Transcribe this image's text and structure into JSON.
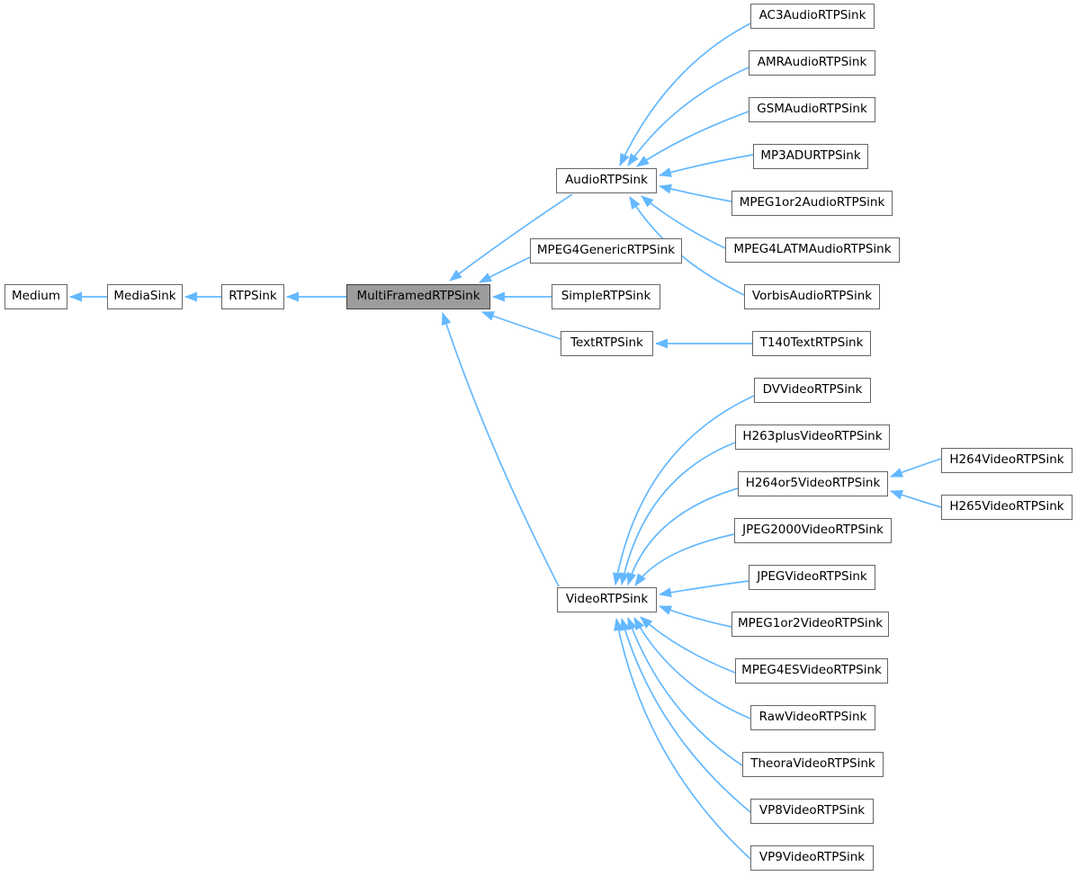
{
  "diagram": {
    "type": "inheritance-graph",
    "colors": {
      "background": "#ffffff",
      "edge": "#63B8FF",
      "node_fill": "#ffffff",
      "node_border": "#666666",
      "highlight_fill": "#9c9c9c",
      "highlight_border": "#404040",
      "text": "#000000"
    },
    "nodes": [
      {
        "id": "medium",
        "label": "Medium",
        "highlighted": false
      },
      {
        "id": "mediasink",
        "label": "MediaSink",
        "highlighted": false
      },
      {
        "id": "rtpsink",
        "label": "RTPSink",
        "highlighted": false
      },
      {
        "id": "multiframed",
        "label": "MultiFramedRTPSink",
        "highlighted": true
      },
      {
        "id": "audio",
        "label": "AudioRTPSink",
        "highlighted": false
      },
      {
        "id": "mpeg4generic",
        "label": "MPEG4GenericRTPSink",
        "highlighted": false
      },
      {
        "id": "simple",
        "label": "SimpleRTPSink",
        "highlighted": false
      },
      {
        "id": "text",
        "label": "TextRTPSink",
        "highlighted": false
      },
      {
        "id": "video",
        "label": "VideoRTPSink",
        "highlighted": false
      },
      {
        "id": "ac3",
        "label": "AC3AudioRTPSink",
        "highlighted": false
      },
      {
        "id": "amr",
        "label": "AMRAudioRTPSink",
        "highlighted": false
      },
      {
        "id": "gsm",
        "label": "GSMAudioRTPSink",
        "highlighted": false
      },
      {
        "id": "mp3adu",
        "label": "MP3ADURTPSink",
        "highlighted": false
      },
      {
        "id": "mpeg1or2audio",
        "label": "MPEG1or2AudioRTPSink",
        "highlighted": false
      },
      {
        "id": "mpeg4latm",
        "label": "MPEG4LATMAudioRTPSink",
        "highlighted": false
      },
      {
        "id": "vorbis",
        "label": "VorbisAudioRTPSink",
        "highlighted": false
      },
      {
        "id": "t140",
        "label": "T140TextRTPSink",
        "highlighted": false
      },
      {
        "id": "dv",
        "label": "DVVideoRTPSink",
        "highlighted": false
      },
      {
        "id": "h263plus",
        "label": "H263plusVideoRTPSink",
        "highlighted": false
      },
      {
        "id": "h264or5",
        "label": "H264or5VideoRTPSink",
        "highlighted": false
      },
      {
        "id": "jpeg2000",
        "label": "JPEG2000VideoRTPSink",
        "highlighted": false
      },
      {
        "id": "jpegvideo",
        "label": "JPEGVideoRTPSink",
        "highlighted": false
      },
      {
        "id": "mpeg1or2video",
        "label": "MPEG1or2VideoRTPSink",
        "highlighted": false
      },
      {
        "id": "mpeg4es",
        "label": "MPEG4ESVideoRTPSink",
        "highlighted": false
      },
      {
        "id": "raw",
        "label": "RawVideoRTPSink",
        "highlighted": false
      },
      {
        "id": "theora",
        "label": "TheoraVideoRTPSink",
        "highlighted": false
      },
      {
        "id": "vp8",
        "label": "VP8VideoRTPSink",
        "highlighted": false
      },
      {
        "id": "vp9",
        "label": "VP9VideoRTPSink",
        "highlighted": false
      },
      {
        "id": "h264",
        "label": "H264VideoRTPSink",
        "highlighted": false
      },
      {
        "id": "h265",
        "label": "H265VideoRTPSink",
        "highlighted": false
      }
    ],
    "edges": [
      {
        "derived": "mediasink",
        "base": "medium"
      },
      {
        "derived": "rtpsink",
        "base": "mediasink"
      },
      {
        "derived": "multiframed",
        "base": "rtpsink"
      },
      {
        "derived": "audio",
        "base": "multiframed"
      },
      {
        "derived": "mpeg4generic",
        "base": "multiframed"
      },
      {
        "derived": "simple",
        "base": "multiframed"
      },
      {
        "derived": "text",
        "base": "multiframed"
      },
      {
        "derived": "video",
        "base": "multiframed"
      },
      {
        "derived": "ac3",
        "base": "audio"
      },
      {
        "derived": "amr",
        "base": "audio"
      },
      {
        "derived": "gsm",
        "base": "audio"
      },
      {
        "derived": "mp3adu",
        "base": "audio"
      },
      {
        "derived": "mpeg1or2audio",
        "base": "audio"
      },
      {
        "derived": "mpeg4latm",
        "base": "audio"
      },
      {
        "derived": "vorbis",
        "base": "audio"
      },
      {
        "derived": "t140",
        "base": "text"
      },
      {
        "derived": "dv",
        "base": "video"
      },
      {
        "derived": "h263plus",
        "base": "video"
      },
      {
        "derived": "h264or5",
        "base": "video"
      },
      {
        "derived": "jpeg2000",
        "base": "video"
      },
      {
        "derived": "jpegvideo",
        "base": "video"
      },
      {
        "derived": "mpeg1or2video",
        "base": "video"
      },
      {
        "derived": "mpeg4es",
        "base": "video"
      },
      {
        "derived": "raw",
        "base": "video"
      },
      {
        "derived": "theora",
        "base": "video"
      },
      {
        "derived": "vp8",
        "base": "video"
      },
      {
        "derived": "vp9",
        "base": "video"
      },
      {
        "derived": "h264",
        "base": "h264or5"
      },
      {
        "derived": "h265",
        "base": "h264or5"
      }
    ]
  }
}
